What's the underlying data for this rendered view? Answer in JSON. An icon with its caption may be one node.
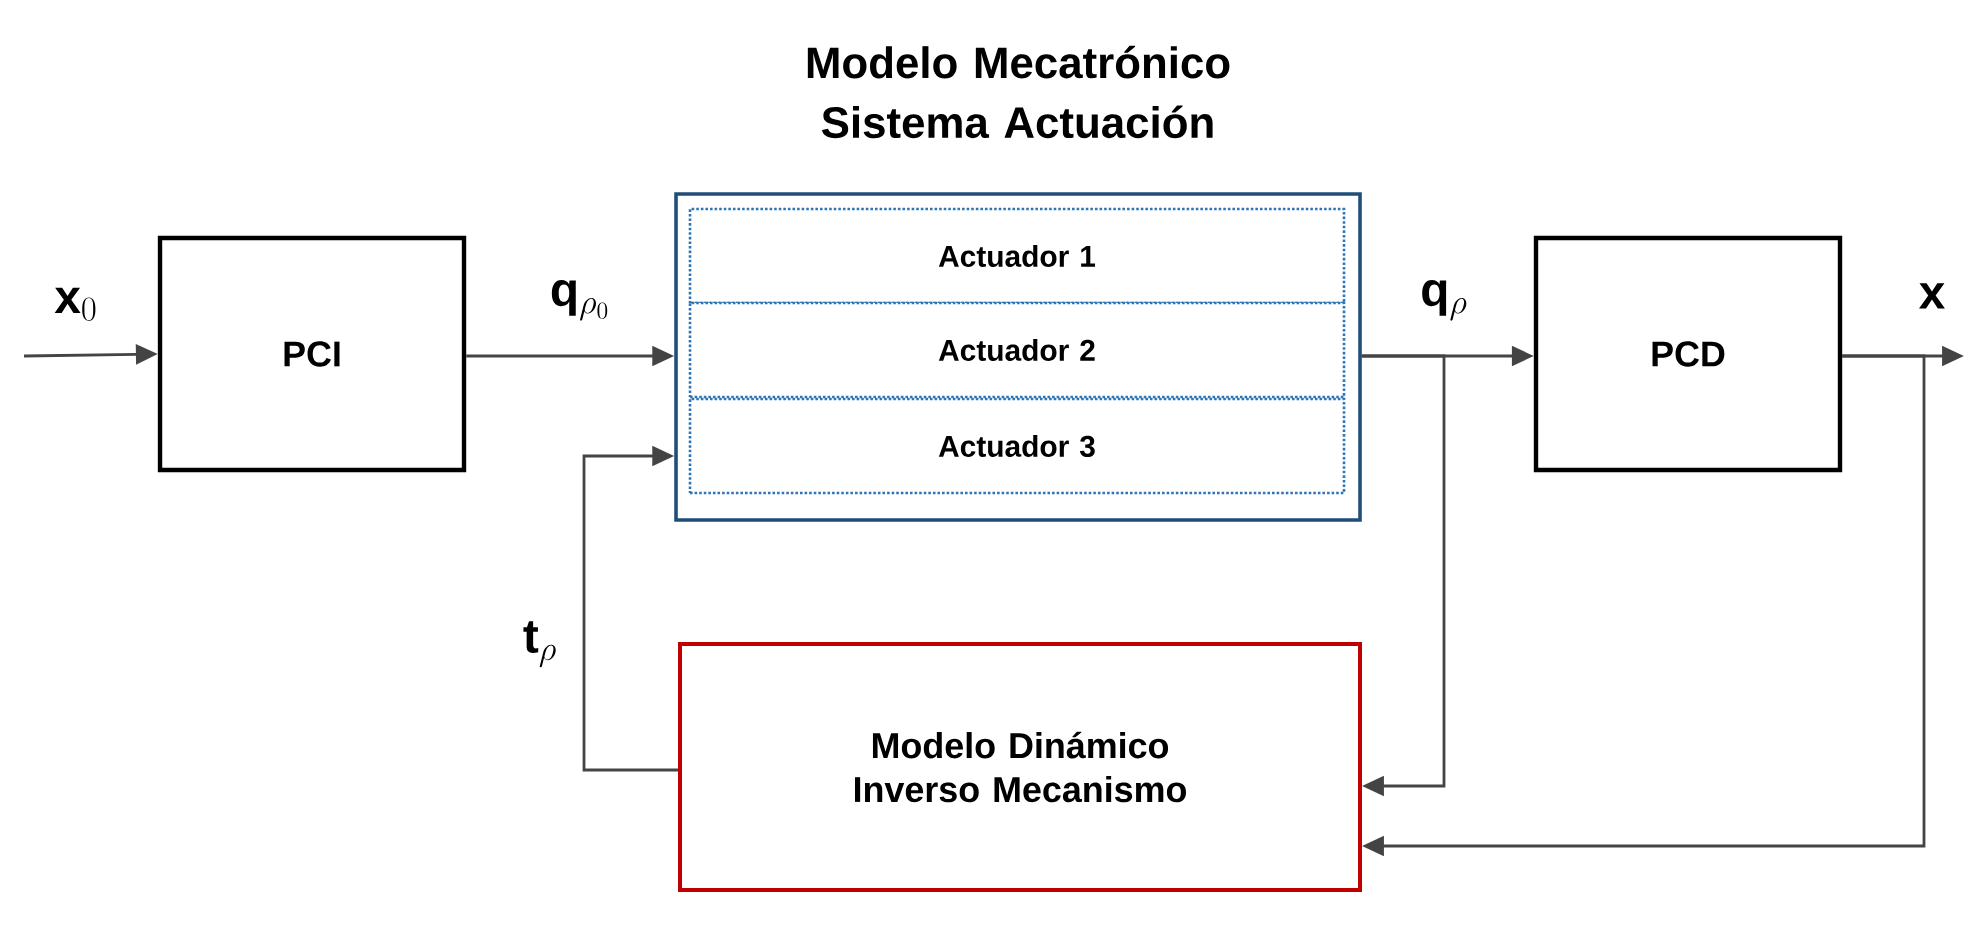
{
  "diagram": {
    "nodes": [
      {
        "text": [
          "PCI"
        ]
      },
      {
        "text": [
          "Modelo Mecatrónico Sistema Actuación"
        ]
      },
      {
        "text": [
          "Actuador 1"
        ],
        "in": 1
      },
      {
        "text": [
          "Actuador 2"
        ],
        "in": 1
      },
      {
        "text": [
          "Actuador 3"
        ],
        "in": 1
      },
      {
        "text": [
          "PCD"
        ]
      },
      {
        "text": [
          "Modelo Dinámico Inverso Mecanismo"
        ]
      }
    ],
    "edges": [
      {
        "from": null,
        "to": 0,
        "arrow": "to",
        "label": "\\mathbf{x}_0"
      },
      {
        "from": 0,
        "to": 1,
        "arrow": "to",
        "label": "\\mathbf{q}_{\\rho_0}"
      },
      {
        "from": 1,
        "to": 5,
        "arrow": "to",
        "label": "\\mathbf{q}_{\\rho}"
      },
      {
        "from": 5,
        "to": null,
        "arrow": "to",
        "label": "\\mathbf{x}"
      },
      {
        "from": 1,
        "to": 6,
        "arrow": "to"
      },
      {
        "from": 5,
        "to": 6,
        "arrow": "to"
      },
      {
        "from": 6,
        "to": 1,
        "arrow": "to",
        "label": "\\mathbf{t}_{\\rho}"
      }
    ]
  }
}
